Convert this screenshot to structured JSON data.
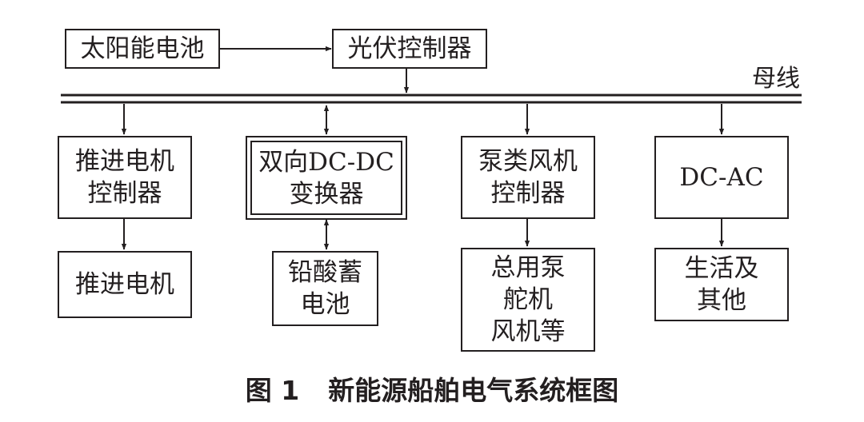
{
  "diagram": {
    "nodes": {
      "solar_cell": "太阳能电池",
      "pv_controller": "光伏控制器",
      "bus_label": "母线",
      "propulsion_controller": "推进电机\n控制器",
      "bidirectional_dcdc": "双向DC-DC\n变换器",
      "pump_fan_controller": "泵类风机\n控制器",
      "dc_ac": "DC-AC",
      "propulsion_motor": "推进电机",
      "lead_acid_battery": "铅酸蓄\n电池",
      "pumps_group": "总用泵\n舵机\n风机等",
      "domestic_other": "生活及\n其他"
    },
    "connections": [
      {
        "from": "solar_cell",
        "to": "pv_controller",
        "direction": "one-way"
      },
      {
        "from": "pv_controller",
        "to": "bus",
        "direction": "one-way"
      },
      {
        "from": "bus",
        "to": "propulsion_controller",
        "direction": "one-way"
      },
      {
        "from": "bus",
        "to": "bidirectional_dcdc",
        "direction": "two-way"
      },
      {
        "from": "bus",
        "to": "pump_fan_controller",
        "direction": "one-way"
      },
      {
        "from": "bus",
        "to": "dc_ac",
        "direction": "one-way"
      },
      {
        "from": "propulsion_controller",
        "to": "propulsion_motor",
        "direction": "one-way"
      },
      {
        "from": "bidirectional_dcdc",
        "to": "lead_acid_battery",
        "direction": "two-way"
      },
      {
        "from": "pump_fan_controller",
        "to": "pumps_group",
        "direction": "one-way"
      },
      {
        "from": "dc_ac",
        "to": "domestic_other",
        "direction": "one-way"
      }
    ]
  },
  "caption": {
    "number": "图 1",
    "title": "新能源船舶电气系统框图"
  },
  "colors": {
    "line": "#231f20",
    "background": "#ffffff"
  }
}
